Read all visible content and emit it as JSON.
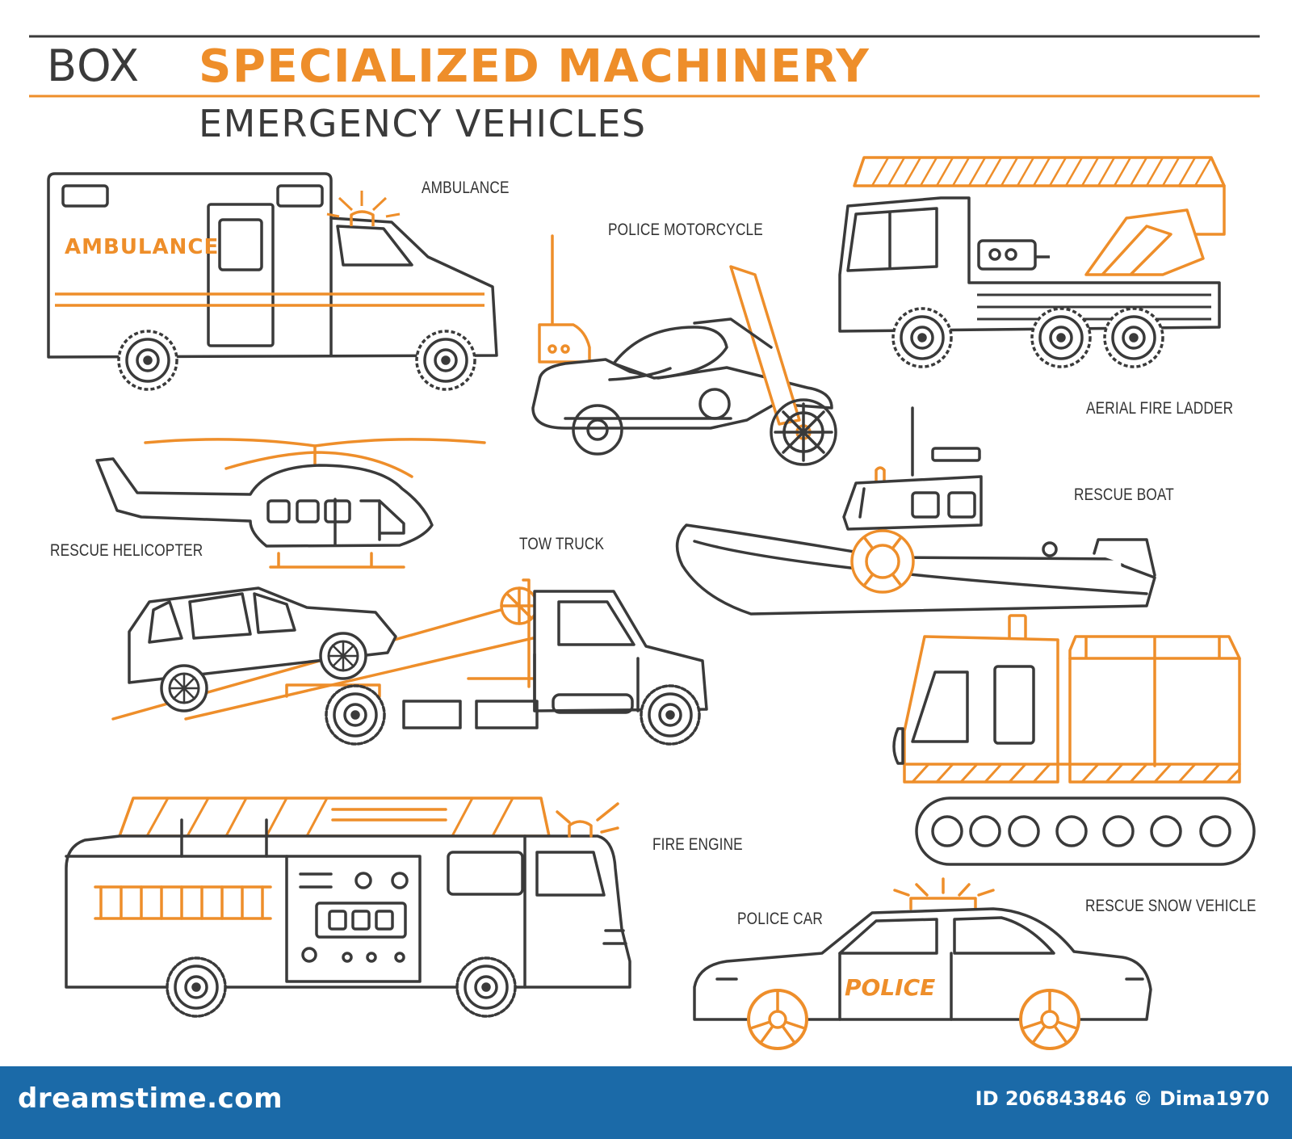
{
  "header": {
    "box_label": "BOX",
    "title": "SPECIALIZED MACHINERY",
    "subtitle": "EMERGENCY VEHICLES"
  },
  "colors": {
    "accent": "#ee8e2a",
    "line": "#3a3a3a",
    "footer": "#1b6aa8"
  },
  "vehicles": {
    "ambulance": {
      "label": "AMBULANCE",
      "decal": "AMBULANCE"
    },
    "police_motorcycle": {
      "label": "POLICE MOTORCYCLE"
    },
    "aerial_fire_ladder": {
      "label": "AERIAL FIRE LADDER"
    },
    "rescue_helicopter": {
      "label": "RESCUE HELICOPTER"
    },
    "rescue_boat": {
      "label": "RESCUE BOAT"
    },
    "tow_truck": {
      "label": "TOW TRUCK"
    },
    "fire_engine": {
      "label": "FIRE ENGINE"
    },
    "rescue_snow_vehicle": {
      "label": "RESCUE SNOW VEHICLE"
    },
    "police_car": {
      "label": "POLICE CAR",
      "decal": "POLICE"
    }
  },
  "footer": {
    "brand": "dreamstime.com",
    "image_id": "ID 206843846 © Dima1970"
  }
}
